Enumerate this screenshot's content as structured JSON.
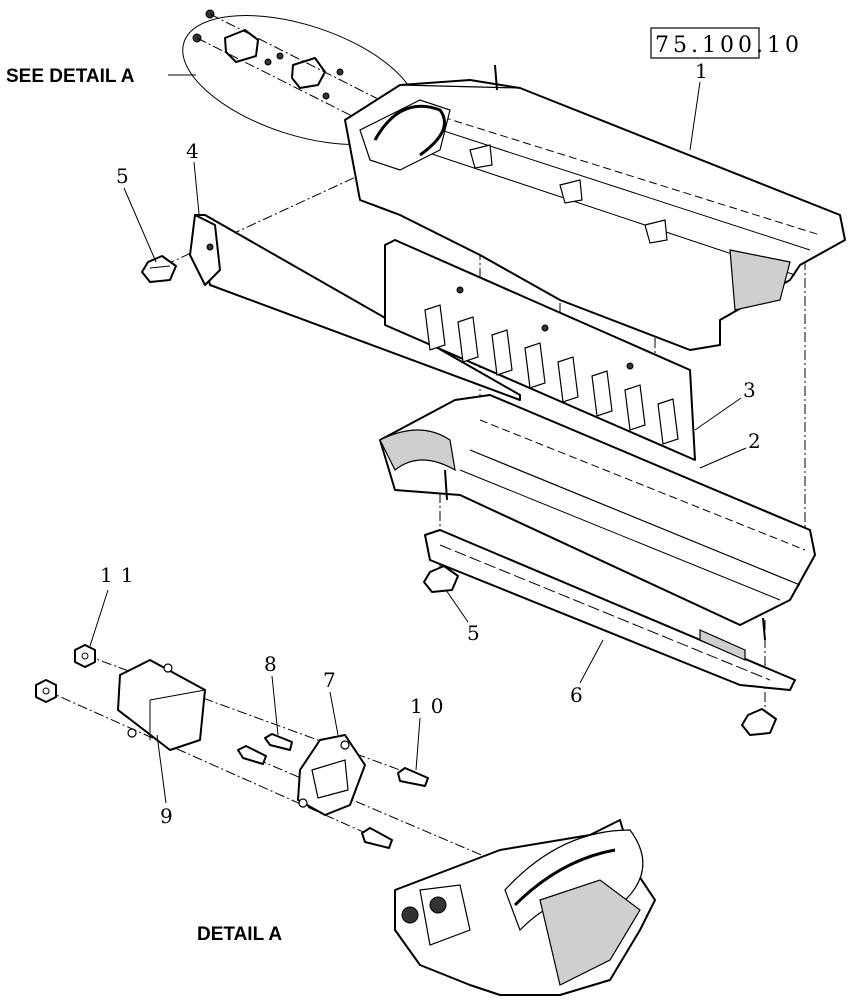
{
  "reference_code": "75.100.10",
  "labels": {
    "see_detail": "SEE DETAIL  A",
    "detail": "DETAIL  A"
  },
  "callouts": [
    "1",
    "2",
    "3",
    "4",
    "5",
    "5",
    "6",
    "7",
    "8",
    "9",
    "10",
    "11"
  ]
}
